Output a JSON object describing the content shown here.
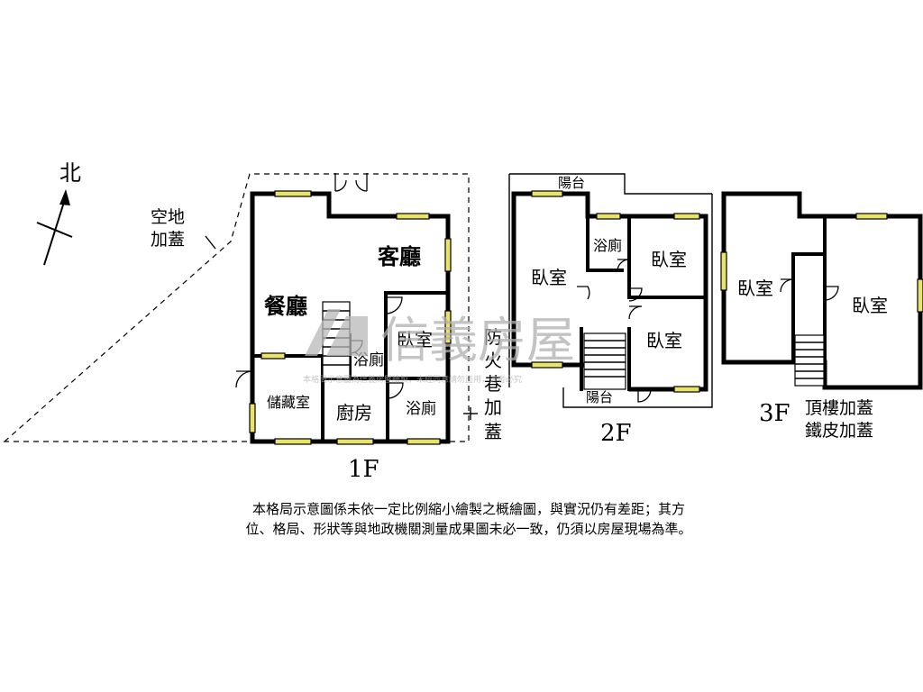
{
  "compass": {
    "north_label": "北"
  },
  "site": {
    "empty_lot_label_1": "空地",
    "empty_lot_label_2": "加蓋",
    "fire_lane_label": [
      "防",
      "火",
      "巷",
      "加",
      "蓋"
    ]
  },
  "floor1": {
    "label": "1F",
    "rooms": {
      "living": "客廳",
      "dining": "餐廳",
      "bedroom": "臥室",
      "bath_small": "浴廁",
      "storage": "儲藏室",
      "kitchen": "廚房",
      "bath": "浴廁"
    }
  },
  "floor2": {
    "label": "2F",
    "rooms": {
      "balcony_top": "陽台",
      "bath": "浴廁",
      "bedroom_left": "臥室",
      "bedroom_right_top": "臥室",
      "bedroom_right_bottom": "臥室",
      "balcony_bottom": "陽台"
    }
  },
  "floor3": {
    "label": "3F",
    "rooms": {
      "bedroom_left": "臥室",
      "bedroom_right": "臥室"
    },
    "note_1": "頂樓加蓋",
    "note_2": "鐵皮加蓋"
  },
  "watermark": {
    "brand": "信義房屋",
    "small_text": "本格局示意圖為信義房屋繪製，未經同意請勿盜用，違者必究"
  },
  "disclaimer": {
    "line1": "本格局示意圖係未依一定比例縮小繪製之概繪圖，與實況仍有差距；其方",
    "line2": "位、格局、形狀等與地政機關測量成果圖未必一致，仍須以房屋現場為準。"
  }
}
